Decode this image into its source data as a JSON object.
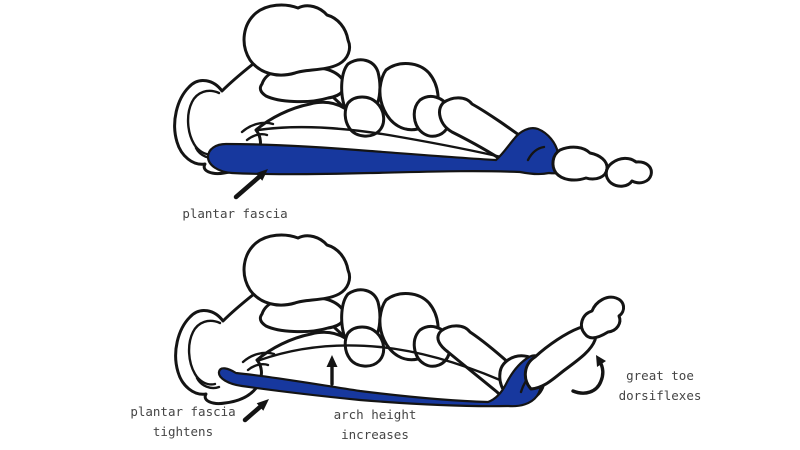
{
  "figure": {
    "title_semantic": "windlass mechanism of the plantar fascia",
    "top": {
      "caption": "plantar fascia"
    },
    "bottom": {
      "fascia_caption_line1": "plantar fascia",
      "fascia_caption_line2": "tightens",
      "arch_caption_line1": "arch height",
      "arch_caption_line2": "increases",
      "toe_caption_line1": "great toe",
      "toe_caption_line2": "dorsiflexes"
    }
  },
  "annotations": {
    "arrows": [
      {
        "name": "arrow-to-plantar-fascia",
        "direction": "up-right"
      },
      {
        "name": "arrow-to-fascia-tightens",
        "direction": "up-right"
      },
      {
        "name": "arrow-arch-height",
        "direction": "up"
      },
      {
        "name": "arrow-toe-dorsiflexion",
        "direction": "curved-up"
      }
    ]
  },
  "colors": {
    "fascia_blue": "#17389e",
    "line_black": "#141414",
    "label_gray": "#454545",
    "background": "#ffffff"
  }
}
